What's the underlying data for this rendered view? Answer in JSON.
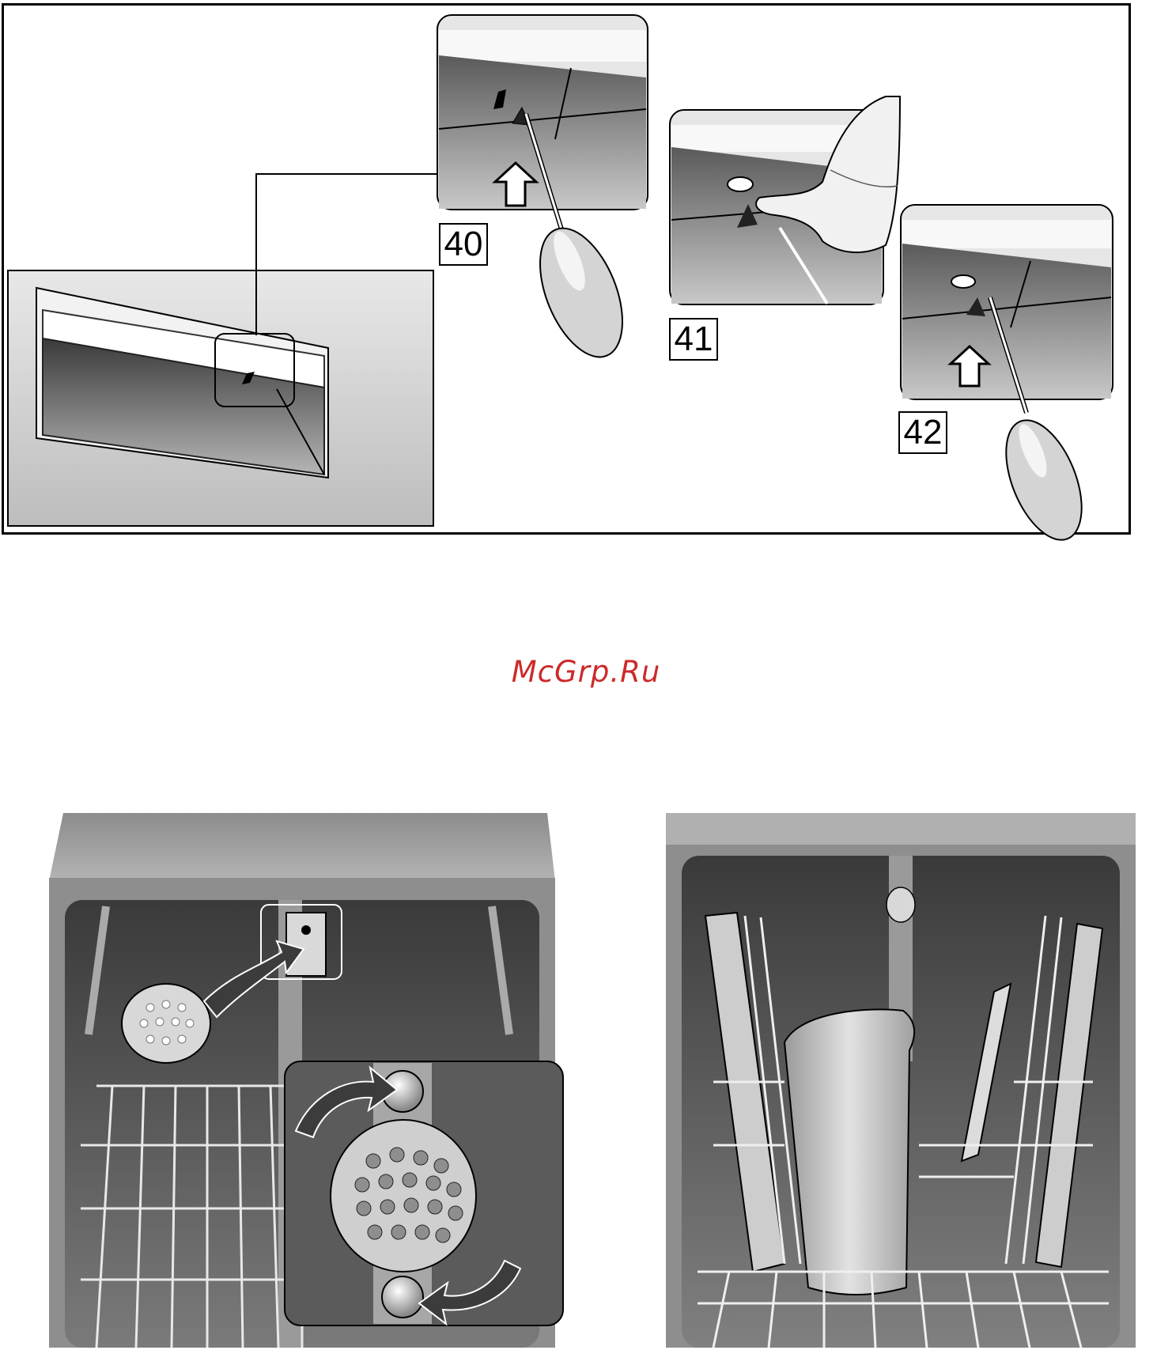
{
  "steps": {
    "step_40": "40",
    "step_41": "41",
    "step_42": "42"
  },
  "watermark": "McGrp.Ru",
  "colors": {
    "ink": "#000000",
    "panel_dark": "#555555",
    "panel_mid": "#9a9a9a",
    "panel_light": "#dcdcdc",
    "watermark": "#cc2a2a"
  },
  "icons": [
    "screwdriver-icon",
    "hand-icon",
    "arrow-up-icon",
    "curved-arrow-icon",
    "filter-icon"
  ]
}
